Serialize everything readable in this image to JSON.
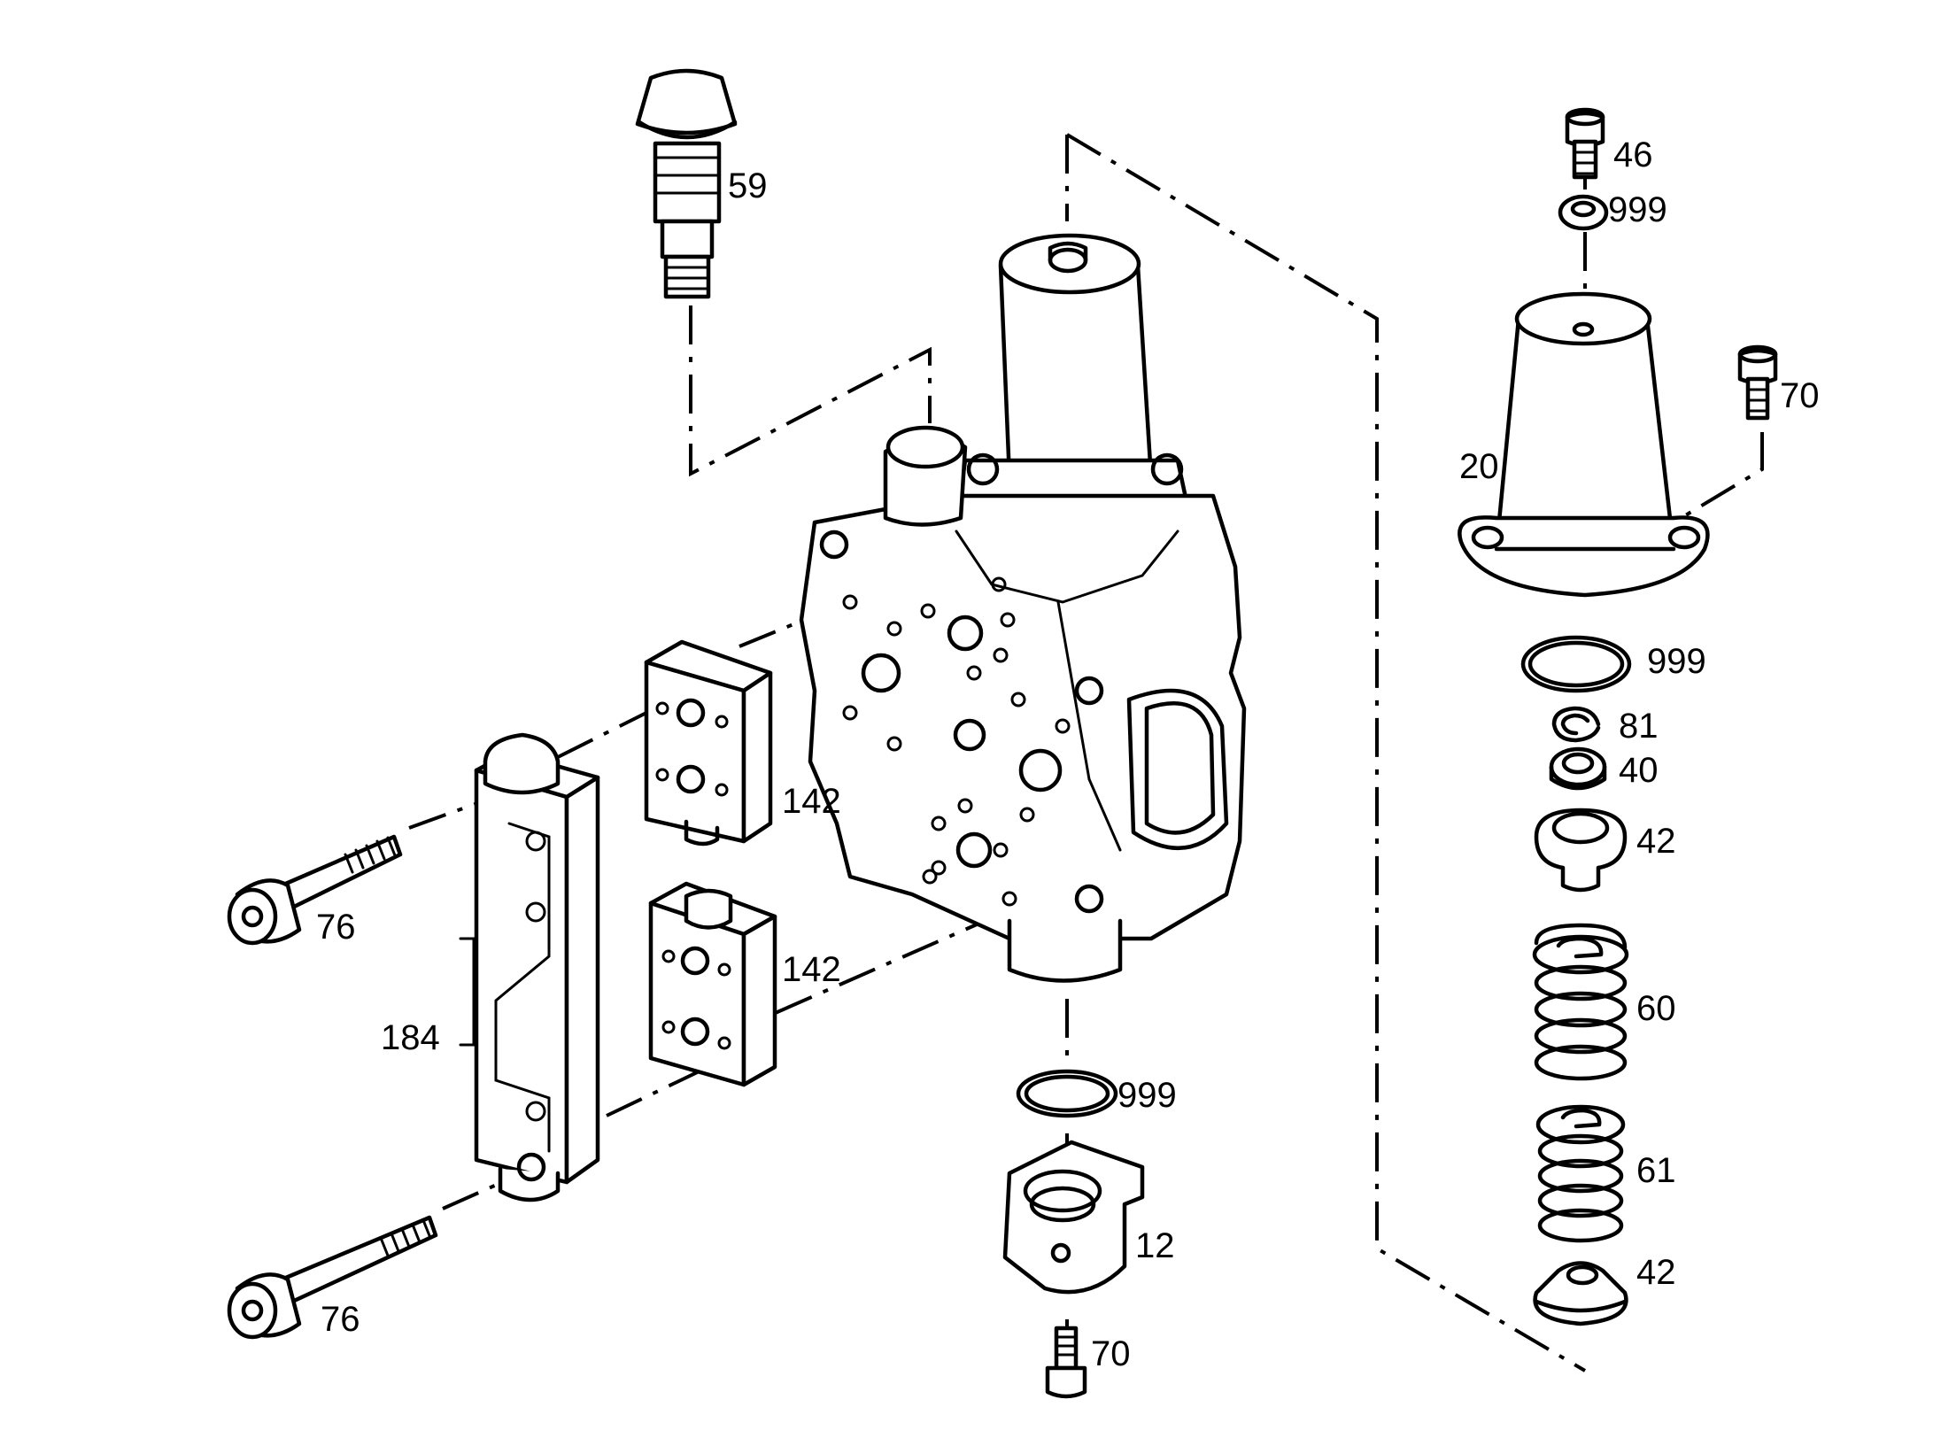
{
  "diagram": {
    "labels": {
      "p59": "59",
      "p46": "46",
      "p999_top": "999",
      "p70_right": "70",
      "p20": "20",
      "p999_oring": "999",
      "p81": "81",
      "p40": "40",
      "p42_upper": "42",
      "p60": "60",
      "p61": "61",
      "p42_lower": "42",
      "p142_upper": "142",
      "p142_lower": "142",
      "p76_upper": "76",
      "p76_lower": "76",
      "p184": "184",
      "p999_bottom": "999",
      "p12": "12",
      "p70_bottom": "70"
    }
  }
}
